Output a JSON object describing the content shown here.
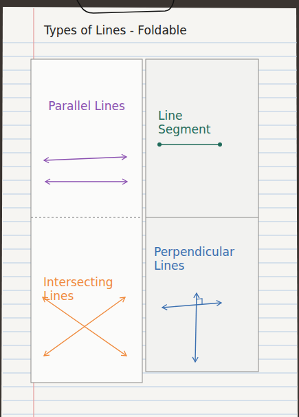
{
  "diagram": {
    "title": "Types of Lines - Foldable",
    "nodes": [
      {
        "text": [
          "Parallel Lines"
        ]
      },
      {
        "text": [
          "Line Segment"
        ]
      },
      {
        "text": [
          "Intersecting Lines"
        ]
      },
      {
        "text": [
          "Perpendicular Lines"
        ]
      }
    ]
  }
}
